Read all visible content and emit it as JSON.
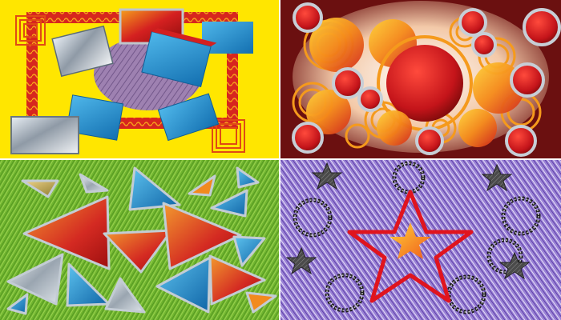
{
  "image": {
    "kind": "collage-2x2",
    "panels": [
      {
        "id": "rectangles",
        "background": "#ffe600",
        "motif": "tilted-rectangles"
      },
      {
        "id": "circles",
        "background": "#6b1010",
        "motif": "concentric-circles"
      },
      {
        "id": "triangles",
        "background": "#6fb52e",
        "motif": "triangles"
      },
      {
        "id": "stars",
        "background": "#8b6fc7",
        "motif": "stars-and-wreaths"
      }
    ],
    "colors": {
      "red": "#d2151c",
      "orange": "#f28a1e",
      "blue": "#1f8fd0",
      "silver": "#b8c2cc",
      "purple": "#7b5fb8",
      "dark": "#2b2b2b"
    }
  }
}
